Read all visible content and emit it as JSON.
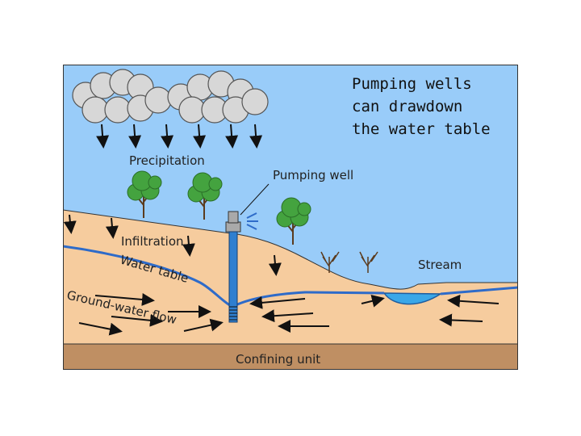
{
  "title": {
    "line1": "Pumping wells",
    "line2": "can drawdown",
    "line3": "the water table"
  },
  "labels": {
    "precipitation": "Precipitation",
    "pumping_well": "Pumping well",
    "infiltration": "Infiltration",
    "water_table": "Water table",
    "stream": "Stream",
    "groundwater_flow": "Ground-water flow",
    "confining_unit": "Confining unit"
  },
  "colors": {
    "sky": "#99CCF9",
    "ground": "#F6CC9E",
    "confining": "#BF8F63",
    "water_table": "#2E6BC9",
    "stream": "#3AA7E8",
    "tree": "#3E9E3C"
  }
}
